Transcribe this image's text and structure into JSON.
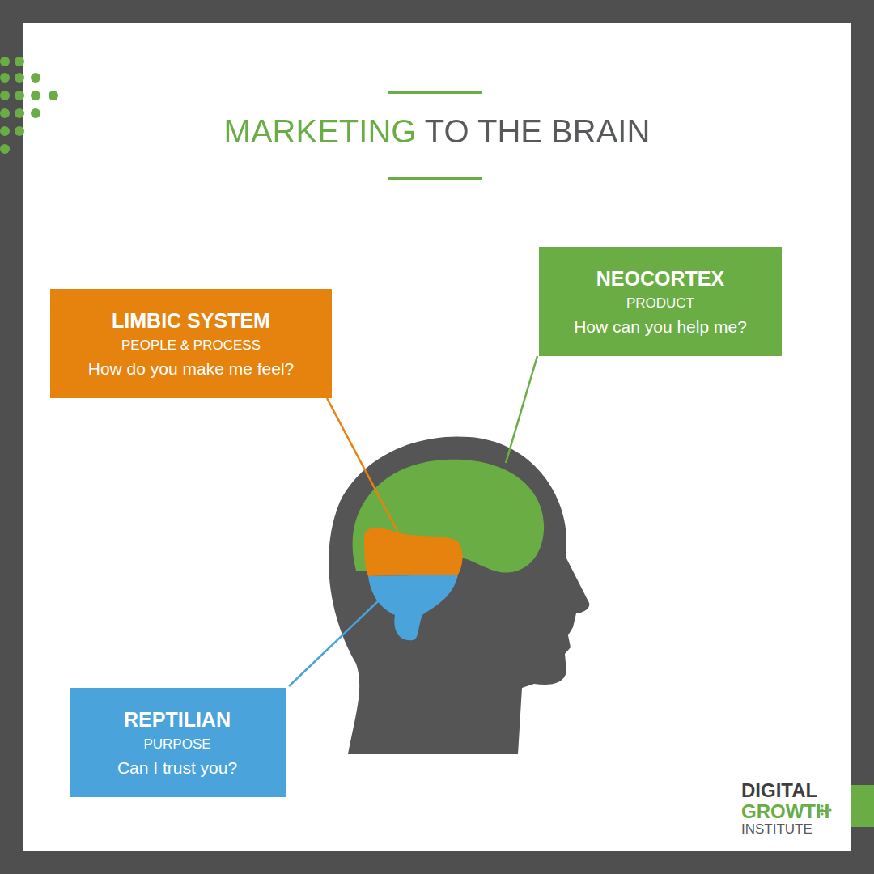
{
  "diagram": {
    "title": "MARKETING TO THE BRAIN",
    "nodes": [
      {
        "text": [
          "LIMBIC SYSTEM",
          "PEOPLE & PROCESS",
          "How do you make me feel?"
        ]
      },
      {
        "text": [
          "NEOCORTEX",
          "PRODUCT",
          "How can you help me?"
        ]
      },
      {
        "text": [
          "REPTILIAN",
          "PURPOSE",
          "Can I trust you?"
        ]
      }
    ],
    "labels": [
      "DIGITAL",
      "GROWTH",
      "INSTITUTE"
    ]
  }
}
